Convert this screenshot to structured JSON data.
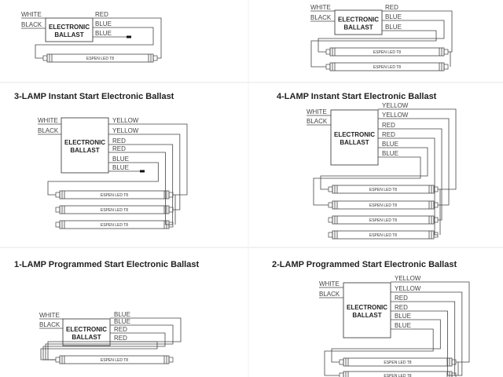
{
  "diagram": {
    "ballast_label": [
      "ELECTRONIC",
      "BALLAST"
    ],
    "lamp_label": "ESPEN LED T8",
    "panels": [
      {
        "id": "1-lamp-instant",
        "title": "",
        "inputs": [
          "WHITE",
          "BLACK"
        ],
        "outputs": [
          "RED",
          "BLUE",
          "BLUE"
        ],
        "lamps": 1
      },
      {
        "id": "2-lamp-instant",
        "title": "",
        "inputs": [
          "WHITE",
          "BLACK"
        ],
        "outputs": [
          "RED",
          "BLUE",
          "BLUE"
        ],
        "lamps": 2
      },
      {
        "id": "3-lamp-instant",
        "title": "3-LAMP Instant Start Electronic Ballast",
        "inputs": [
          "WHITE",
          "BLACK"
        ],
        "outputs": [
          "YELLOW",
          "YELLOW",
          "RED",
          "RED",
          "BLUE",
          "BLUE"
        ],
        "lamps": 3
      },
      {
        "id": "4-lamp-instant",
        "title": "4-LAMP Instant Start Electronic Ballast",
        "inputs": [
          "WHITE",
          "BLACK"
        ],
        "outputs": [
          "YELLOW",
          "YELLOW",
          "RED",
          "RED",
          "BLUE",
          "BLUE"
        ],
        "lamps": 4
      },
      {
        "id": "1-lamp-programmed",
        "title": "1-LAMP Programmed Start Electronic Ballast",
        "inputs": [
          "WHITE",
          "BLACK"
        ],
        "outputs": [
          "BLUE",
          "BLUE",
          "RED",
          "RED"
        ],
        "lamps": 1
      },
      {
        "id": "2-lamp-programmed",
        "title": "2-LAMP Programmed Start Electronic Ballast",
        "inputs": [
          "WHITE",
          "BLACK"
        ],
        "outputs": [
          "YELLOW",
          "YELLOW",
          "RED",
          "RED",
          "BLUE",
          "BLUE"
        ],
        "lamps": 2
      }
    ]
  }
}
